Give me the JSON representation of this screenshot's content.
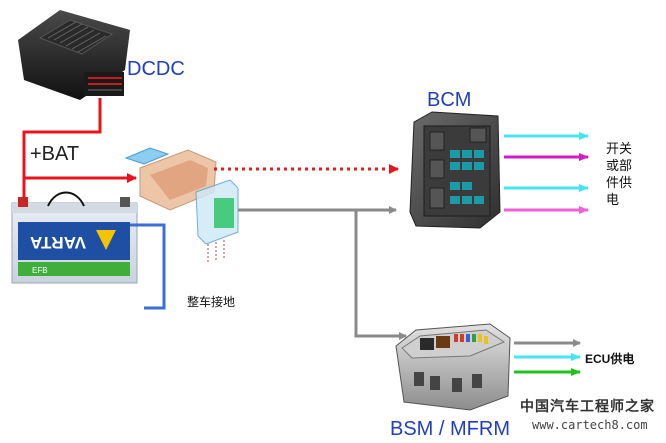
{
  "labels": {
    "dcdc": "DCDC",
    "bat": "+BAT",
    "bcm": "BCM",
    "ground": "整车接地",
    "switch_supply": "开关\n或部\n件供\n电",
    "ecu_supply": "ECU供电",
    "bsm": "BSM / MFRM"
  },
  "battery": {
    "brand": "VARTA",
    "model_text": "EFB"
  },
  "watermark": {
    "name": "中国汽车工程师之家",
    "url": "www.cartech8.com"
  },
  "colors": {
    "dcdc_line": "#e8141b",
    "bat_line": "#e8141b",
    "ground_line": "#3a6fd6",
    "bus_line": "#8a8a8a",
    "dotted_line": "#e21d1d",
    "cyan": "#44e6f2",
    "magenta": "#d01fc8",
    "pink": "#f060d8",
    "green": "#20c020",
    "label_blue": "#1f3fbf"
  }
}
